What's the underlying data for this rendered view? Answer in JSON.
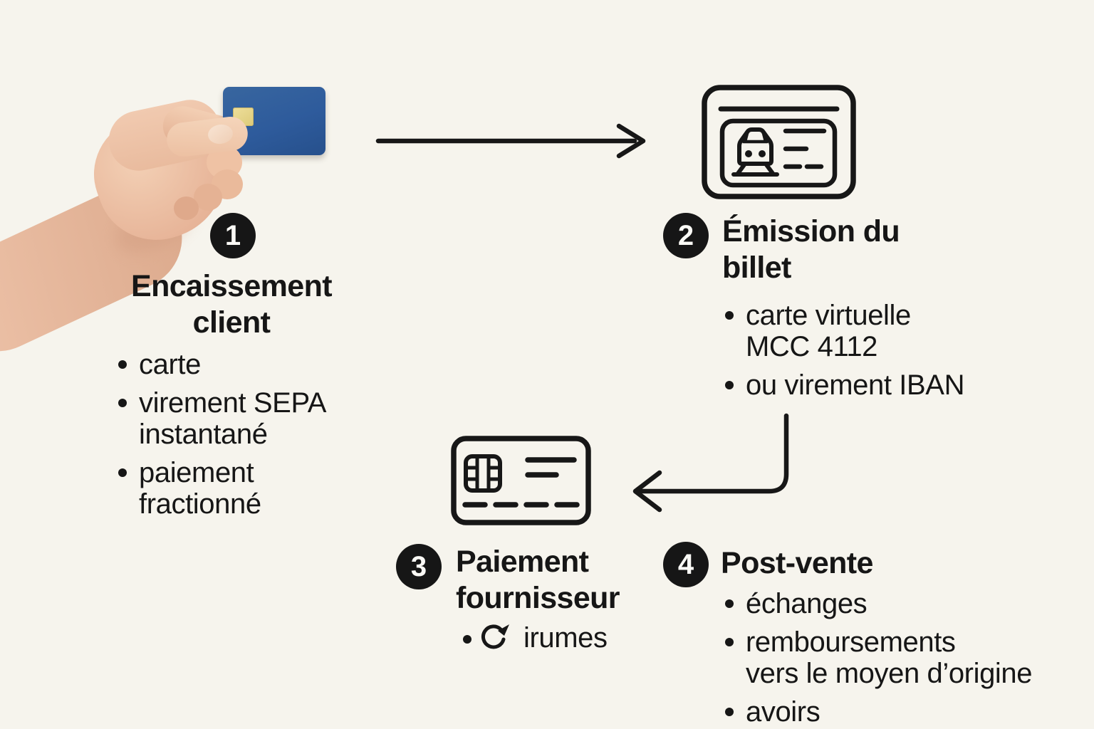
{
  "palette": {
    "background": "#f6f4ed",
    "ink": "#161616",
    "badge_text": "#fbfaf6",
    "card_blue": "#2e5b9c",
    "chip_gold": "#e5d488"
  },
  "steps": [
    {
      "number": "1",
      "title": "Encaissement client",
      "bullets": [
        [
          "carte"
        ],
        [
          "virement SEPA",
          "instantané"
        ],
        [
          "paiement",
          "fractionné"
        ]
      ]
    },
    {
      "number": "2",
      "title": "Émission du billet",
      "bullets": [
        [
          "carte virtuelle",
          "MCC 4112"
        ],
        [
          "ou virement IBAN"
        ]
      ]
    },
    {
      "number": "3",
      "title": "Paiement fournisseur",
      "bullets": [
        [
          "irumes"
        ]
      ]
    },
    {
      "number": "4",
      "title": "Post-vente",
      "bullets": [
        [
          "échanges"
        ],
        [
          "remboursements",
          "vers le moyen d’origine"
        ],
        [
          "avoirs"
        ]
      ]
    }
  ],
  "icons": {
    "step1": "hand-holding-blue-card-photo",
    "step2": "train-ticket-icon",
    "step3": "credit-card-icon",
    "step3_bullet": "refresh-icon",
    "connector1": "right-arrow",
    "connector2": "down-left-elbow-arrow"
  }
}
